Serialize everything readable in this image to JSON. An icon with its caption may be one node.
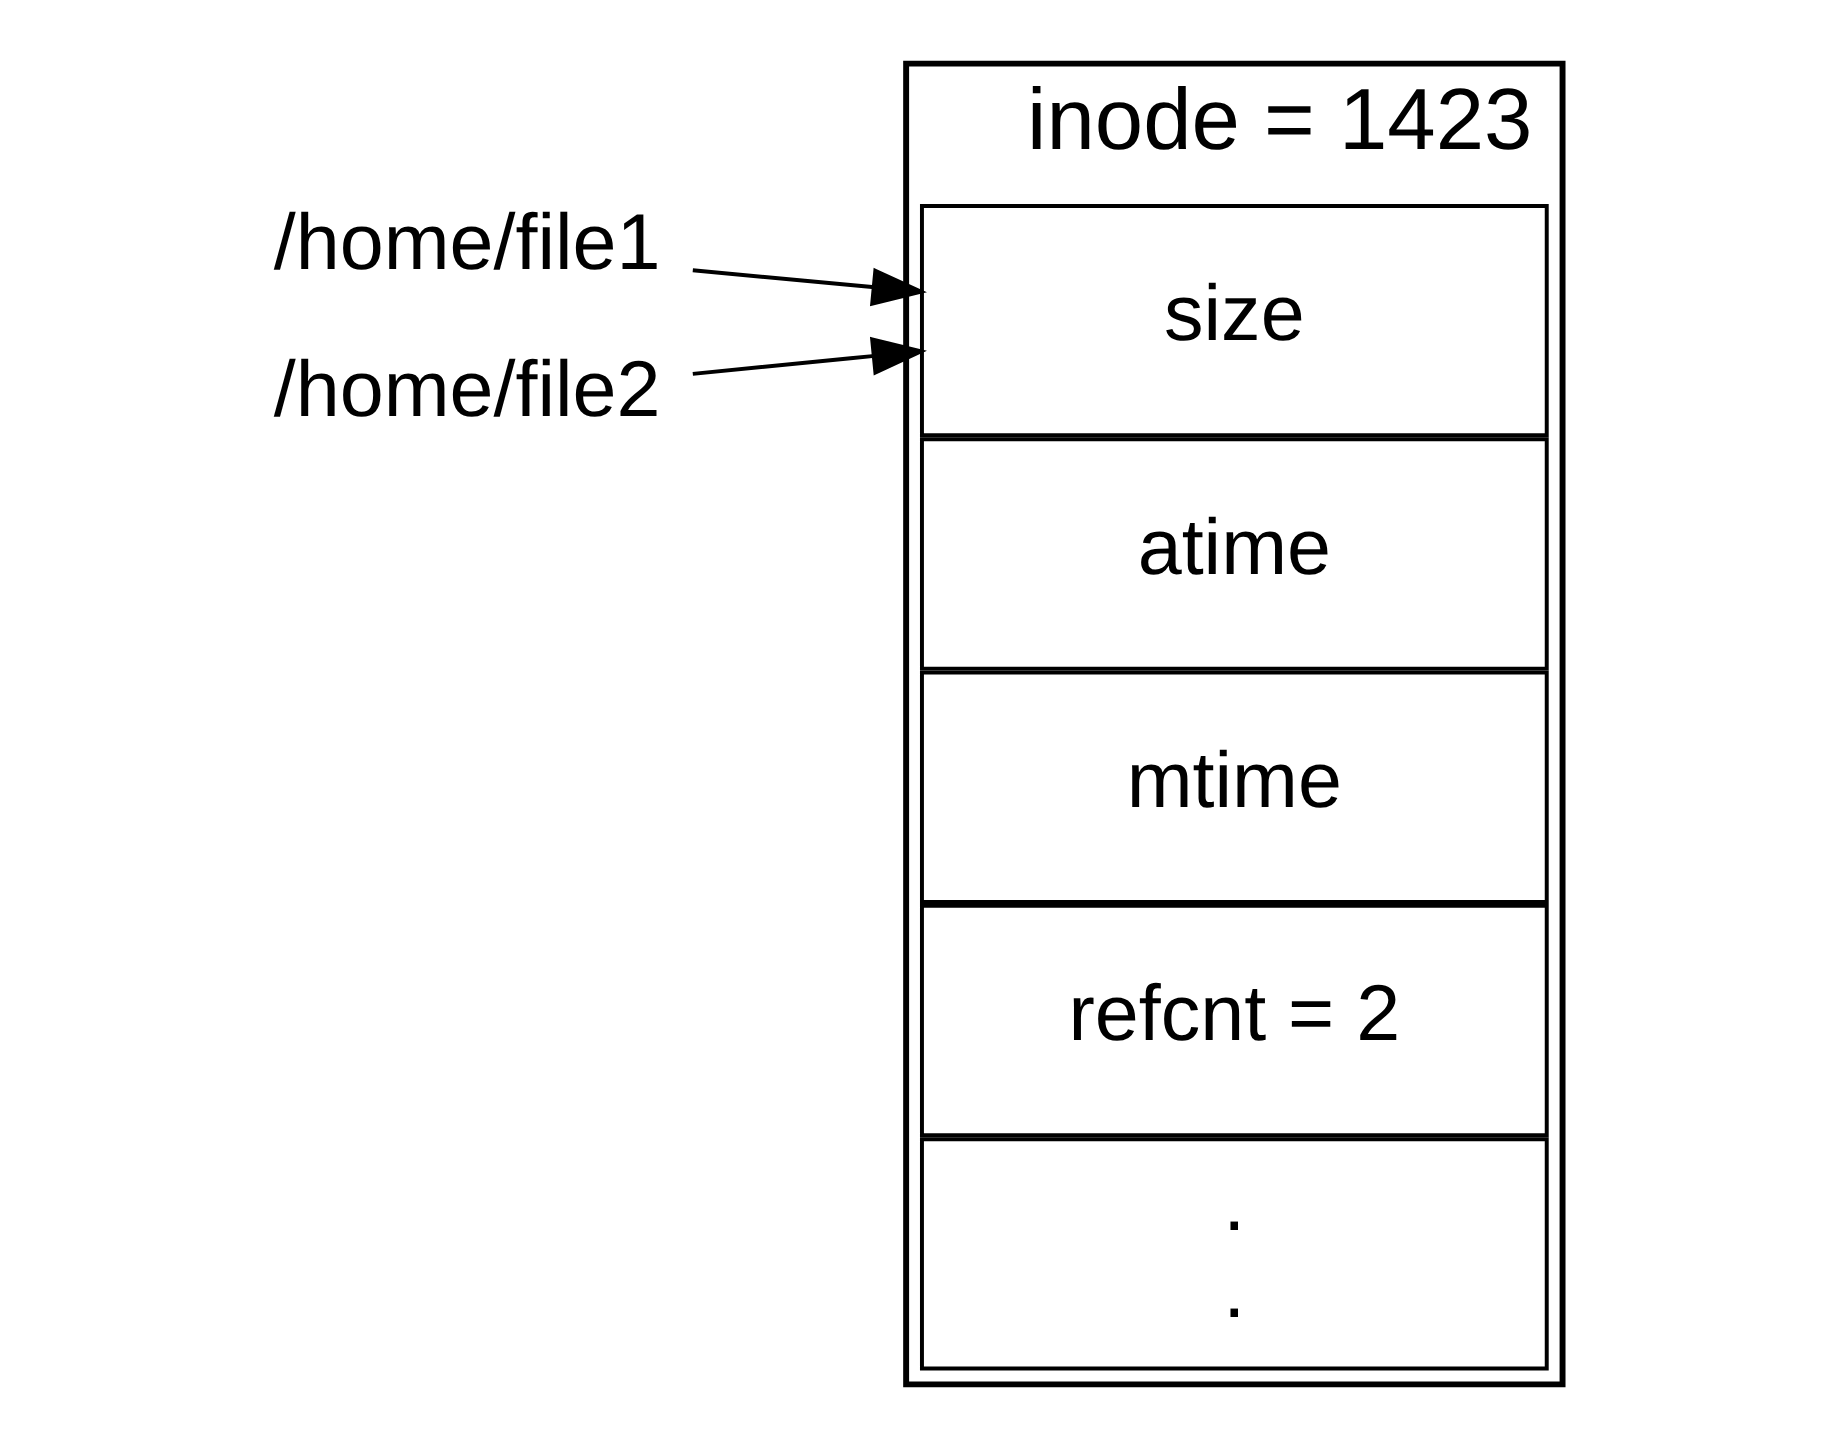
{
  "diagram": {
    "nodes": [
      {
        "text": [
          "/home/file1"
        ]
      },
      {
        "text": [
          "/home/file2"
        ]
      },
      {
        "text": [
          "inode = 1423"
        ]
      },
      {
        "text": [
          "size"
        ],
        "in": 2
      },
      {
        "text": [
          "atime"
        ],
        "in": 2
      },
      {
        "text": [
          "mtime"
        ],
        "in": 2
      },
      {
        "text": [
          "refcnt = 2"
        ],
        "in": 2
      },
      {
        "text": [
          ".",
          "."
        ],
        "in": 2
      }
    ],
    "edges": [
      {
        "from": 0,
        "to": 3,
        "arrow": "to"
      },
      {
        "from": 1,
        "to": 3,
        "arrow": "to"
      }
    ]
  }
}
